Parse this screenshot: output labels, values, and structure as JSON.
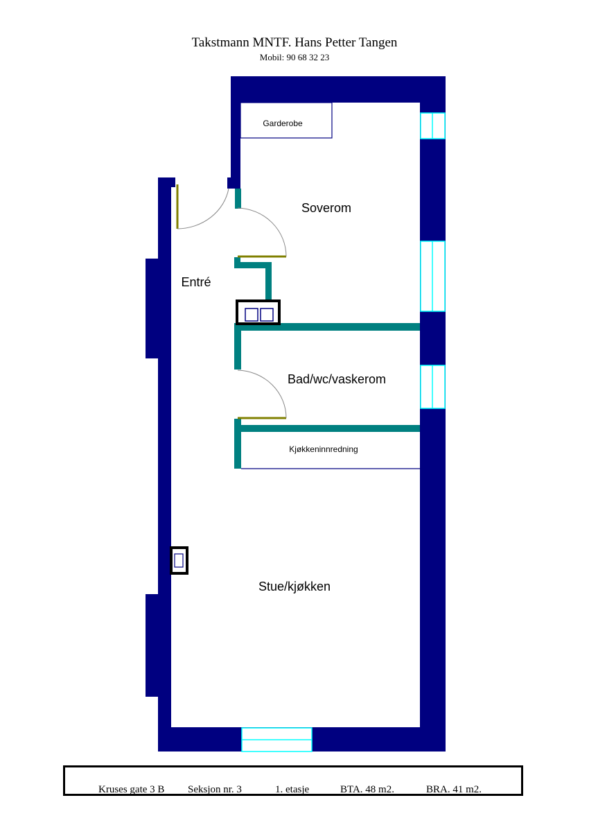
{
  "header": {
    "title": "Takstmann MNTF. Hans Petter Tangen",
    "mobile": "Mobil:  90 68 32 23"
  },
  "rooms": {
    "garderobe": "Garderobe",
    "soverom": "Soverom",
    "entre": "Entré",
    "bad": "Bad/wc/vaskerom",
    "kjokkeninnredning": "Kjøkkeninnredning",
    "stue": "Stue/kjøkken"
  },
  "footer": {
    "address": "Kruses gate 3 B",
    "section": "Seksjon nr. 3",
    "floor": "1. etasje",
    "bta": "BTA. 48  m2.",
    "bra": "BRA. 41  m2."
  },
  "colors": {
    "outer_wall": "#000080",
    "inner_wall": "#008080",
    "window": "#00ffff",
    "door_leaf": "#808000"
  }
}
